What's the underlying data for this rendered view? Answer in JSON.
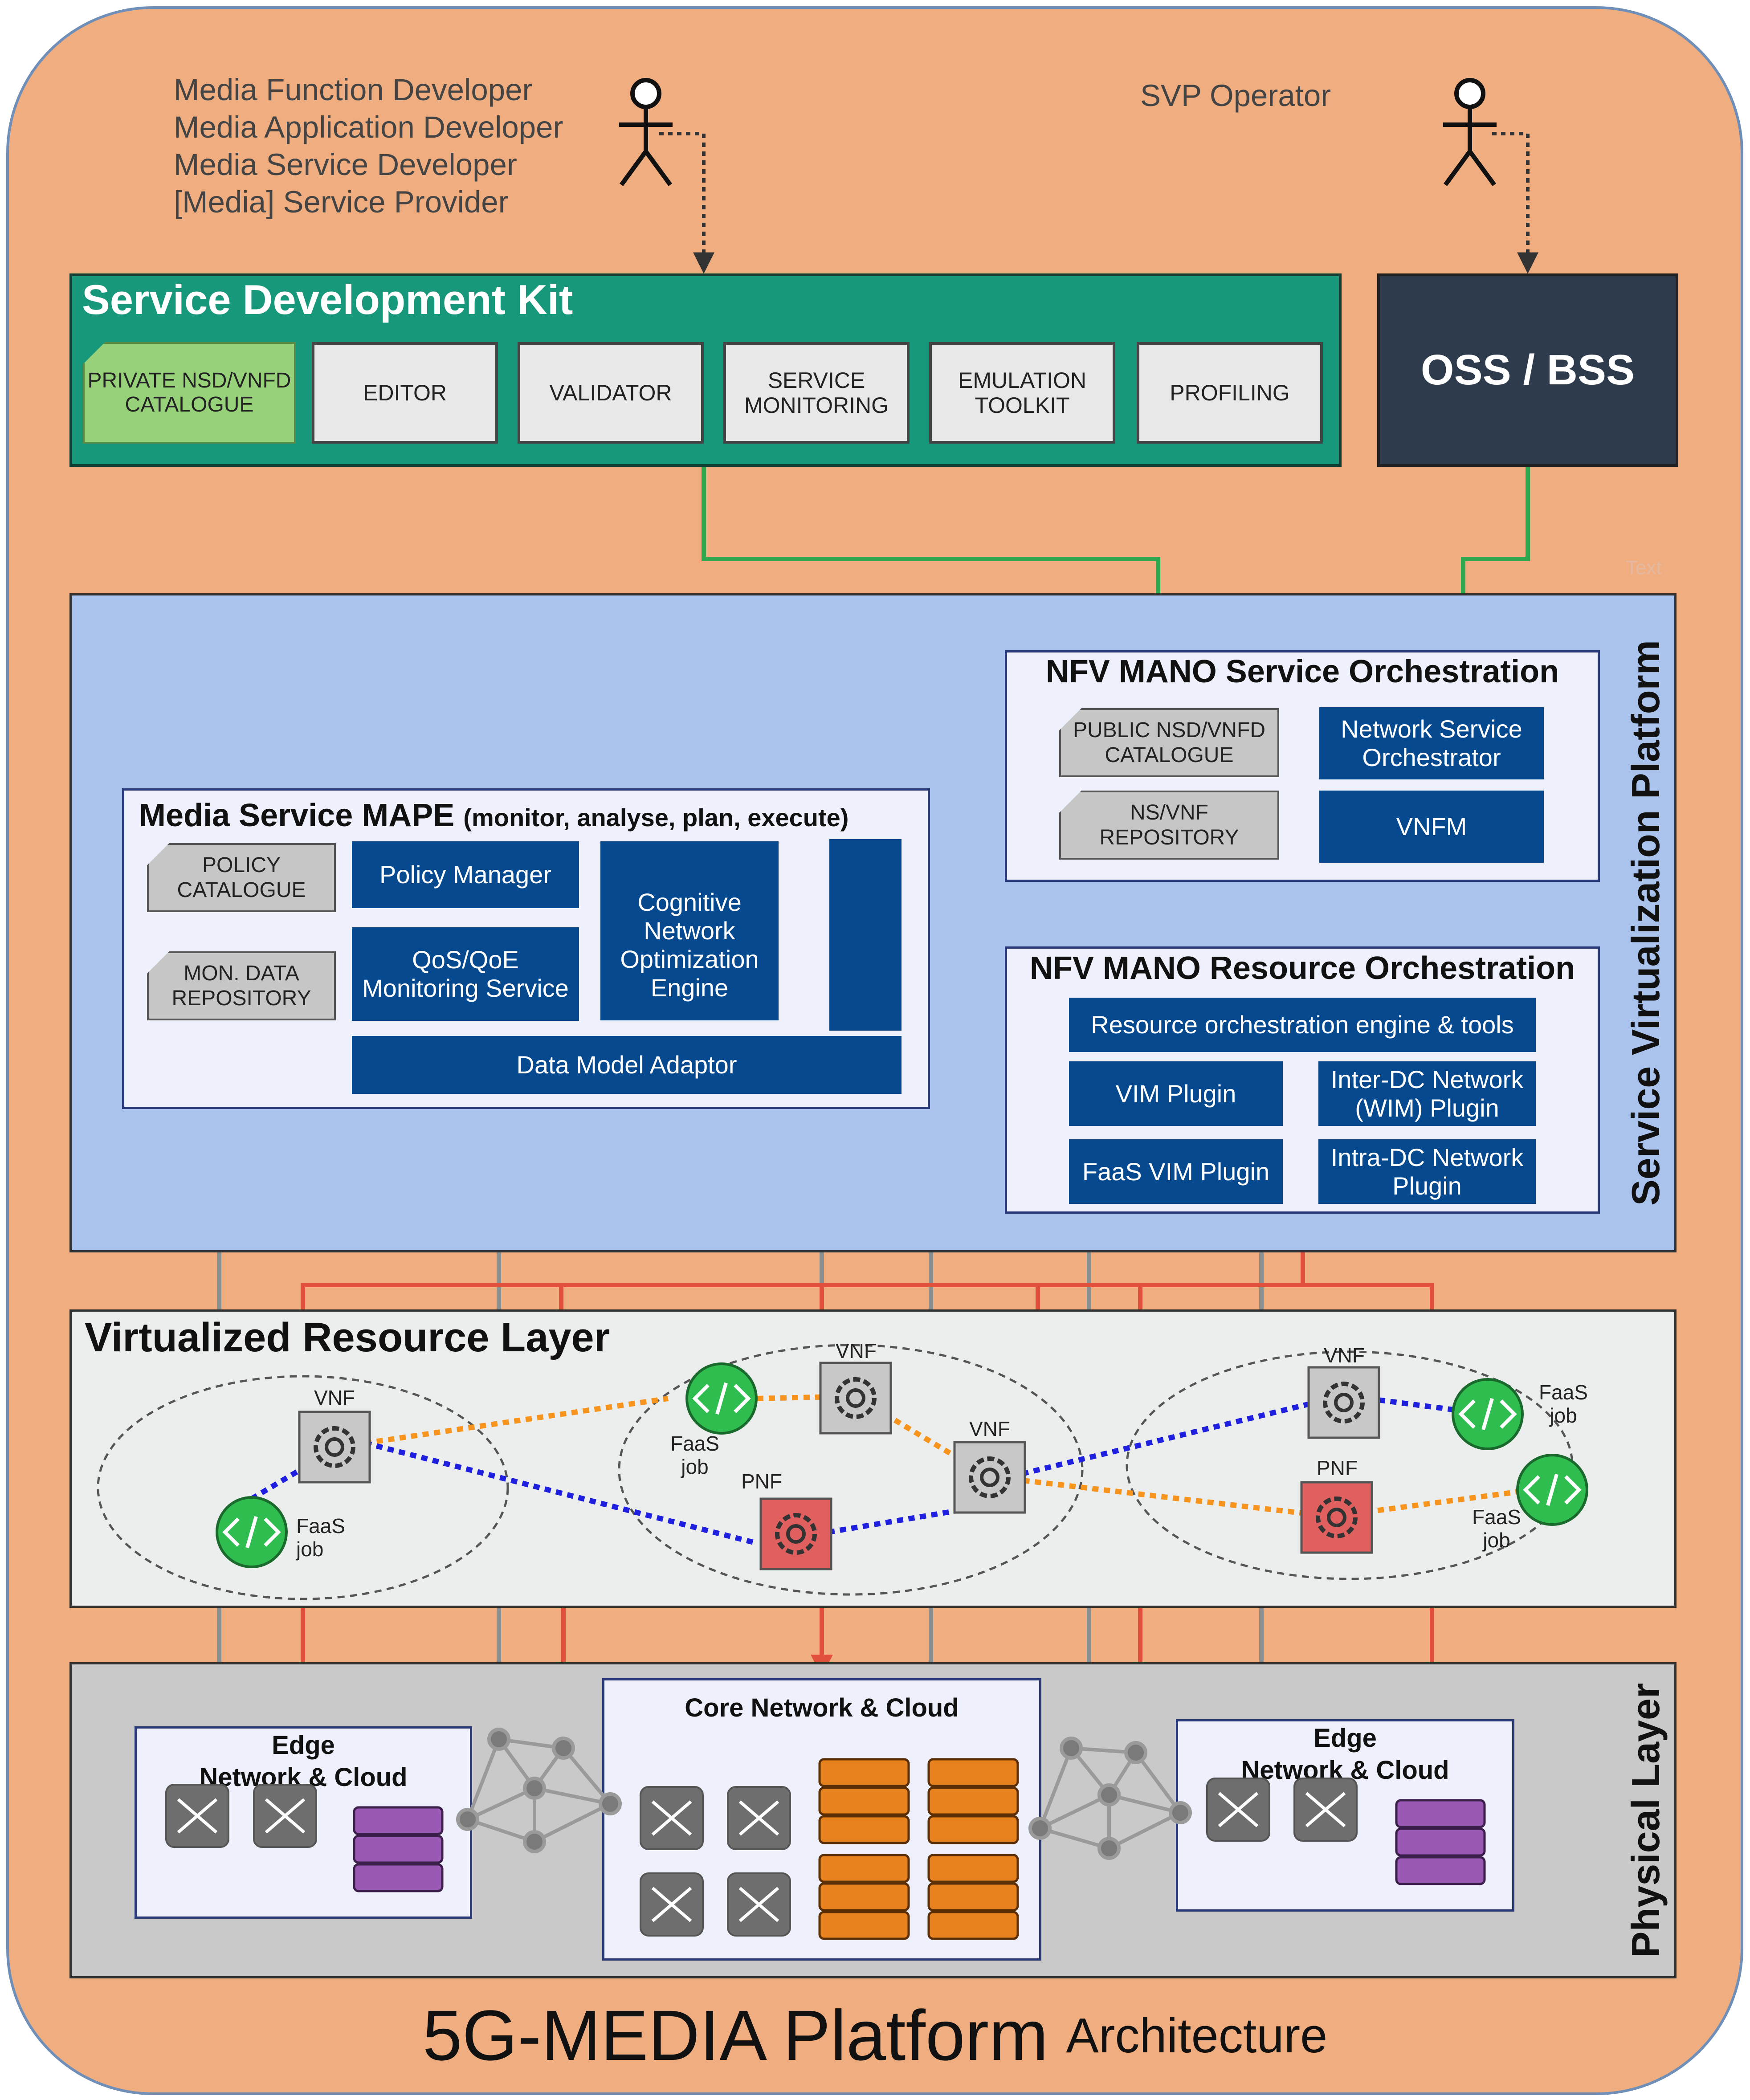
{
  "roles": {
    "developer_lines": "Media Function Developer\nMedia Application Developer\nMedia Service Developer\n[Media] Service Provider",
    "operator": "SVP Operator"
  },
  "sdk": {
    "title": "Service Development Kit",
    "items": [
      "PRIVATE NSD/VNFD\nCATALOGUE",
      "EDITOR",
      "VALIDATOR",
      "SERVICE\nMONITORING",
      "EMULATION\nTOOLKIT",
      "PROFILING"
    ]
  },
  "oss": "OSS / BSS",
  "text_marker": "Text",
  "svp": {
    "side_label": "Service Virtualization Platform",
    "mape": {
      "title": "Media Service MAPE",
      "subtitle": "(monitor, analyse, plan, execute)",
      "policy_catalogue": "POLICY\nCATALOGUE",
      "mon_repository": "MON. DATA\nREPOSITORY",
      "policy_manager": "Policy Manager",
      "qos_service": "QoS/QoE\nMonitoring Service",
      "cno_engine": "Cognitive Network\nOptimization\nEngine",
      "data_model_adaptor": "Data Model Adaptor"
    },
    "service_orch": {
      "title": "NFV MANO Service Orchestration",
      "public_catalogue": "PUBLIC NSD/VNFD\nCATALOGUE",
      "ns_repository": "NS/VNF\nREPOSITORY",
      "nso": "Network Service\nOrchestrator",
      "vnfm": "VNFM"
    },
    "resource_orch": {
      "title": "NFV MANO Resource Orchestration",
      "engine": "Resource orchestration engine & tools",
      "vim_plugin": "VIM Plugin",
      "wim_plugin": "Inter-DC Network\n(WIM) Plugin",
      "faas_plugin": "FaaS VIM Plugin",
      "intra_plugin": "Intra-DC Network\nPlugin"
    }
  },
  "vrl": {
    "title": "Virtualized Resource Layer",
    "vnf": "VNF",
    "pnf": "PNF",
    "faas": "FaaS\njob"
  },
  "physical": {
    "side_label": "Physical Layer",
    "edge_left": "Edge\nNetwork & Cloud",
    "core": "Core Network & Cloud",
    "edge_right": "Edge\nNetwork & Cloud"
  },
  "footer": {
    "main": "5G-MEDIA Platform",
    "suffix": "Architecture"
  },
  "colors": {
    "frame": "#f0ae80",
    "sdk": "#17987a",
    "oss": "#2d3b4d",
    "svp": "#a9c3ec",
    "mano_blue": "#06498f",
    "green_link": "#2ea84f",
    "red_link": "#e0503a",
    "grey_link": "#8a9090",
    "vnf_grey": "#c8c8c8",
    "pnf_red": "#e06060",
    "faas_green": "#2ebd4e",
    "server_orange": "#e8821f",
    "server_purple": "#9b59b6"
  }
}
